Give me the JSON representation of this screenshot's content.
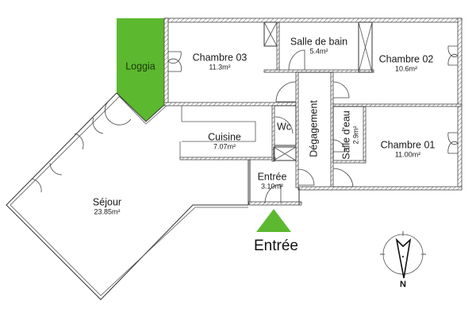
{
  "plan": {
    "rooms": [
      {
        "id": "loggia",
        "name": "Loggia",
        "area": ""
      },
      {
        "id": "chambre-03",
        "name": "Chambre 03",
        "area": "11.3m²"
      },
      {
        "id": "salle-de-bain",
        "name": "Salle de bain",
        "area": "5.4m²"
      },
      {
        "id": "chambre-02",
        "name": "Chambre 02",
        "area": "10.6m²"
      },
      {
        "id": "cuisine",
        "name": "Cuisine",
        "area": "7.07m²"
      },
      {
        "id": "wc",
        "name": "Wc",
        "area": ""
      },
      {
        "id": "degagement",
        "name": "Dégagement",
        "area": ""
      },
      {
        "id": "salle-d-eau",
        "name": "Salle d'eau",
        "area": "2.9m²"
      },
      {
        "id": "chambre-01",
        "name": "Chambre 01",
        "area": "11.00m²"
      },
      {
        "id": "entree",
        "name": "Entrée",
        "area": "3.10m²"
      },
      {
        "id": "sejour",
        "name": "Séjour",
        "area": "23.85m²"
      }
    ],
    "entry_marker": {
      "label": "Entrée",
      "color": "#5cb82f"
    },
    "north_arrow": {
      "label": "N"
    },
    "colors": {
      "loggia": "#5cb82f",
      "wall": "#333333",
      "background": "#ffffff"
    }
  }
}
